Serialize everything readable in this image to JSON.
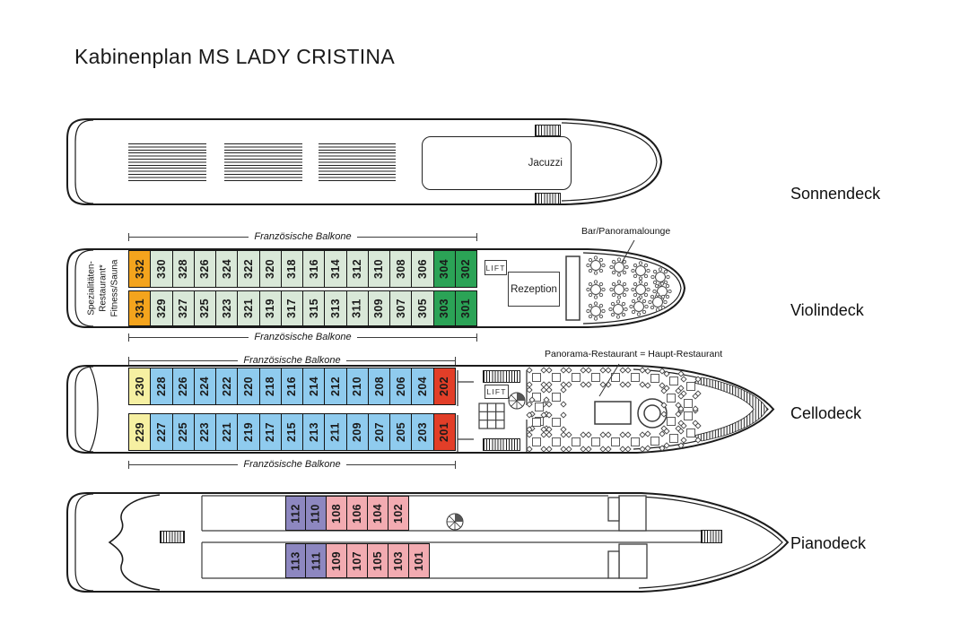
{
  "title": "Kabinenplan MS LADY CRISTINA",
  "deck_names": {
    "sonnendeck": "Sonnendeck",
    "violindeck": "Violindeck",
    "cellodeck": "Cellodeck",
    "pianodeck": "Pianodeck"
  },
  "labels": {
    "jacuzzi": "Jacuzzi",
    "french_balconies": "Französische Balkone",
    "specialties": [
      "Spezialitäten-",
      "Restaurant*",
      "Fitness/Sauna"
    ],
    "lift": "LIFT",
    "reception": "Rezeption",
    "bar_lounge": "Bar/Panoramalounge",
    "restaurant": "Panorama-Restaurant = Haupt-Restaurant"
  },
  "colors": {
    "orange": "#F4A41D",
    "light_green": "#D9E8D8",
    "dark_green": "#2BA356",
    "yellow": "#F6F0A2",
    "blue": "#8FCBEE",
    "red": "#E23E28",
    "purple": "#8D87C0",
    "pink": "#F2ABB1"
  },
  "cabins": {
    "violindeck_top": [
      {
        "num": "332",
        "color": "orange"
      },
      {
        "num": "330",
        "color": "light_green"
      },
      {
        "num": "328",
        "color": "light_green"
      },
      {
        "num": "326",
        "color": "light_green"
      },
      {
        "num": "324",
        "color": "light_green"
      },
      {
        "num": "322",
        "color": "light_green"
      },
      {
        "num": "320",
        "color": "light_green"
      },
      {
        "num": "318",
        "color": "light_green"
      },
      {
        "num": "316",
        "color": "light_green"
      },
      {
        "num": "314",
        "color": "light_green"
      },
      {
        "num": "312",
        "color": "light_green"
      },
      {
        "num": "310",
        "color": "light_green"
      },
      {
        "num": "308",
        "color": "light_green"
      },
      {
        "num": "306",
        "color": "light_green"
      },
      {
        "num": "304",
        "color": "dark_green"
      },
      {
        "num": "302",
        "color": "dark_green"
      }
    ],
    "violindeck_bottom": [
      {
        "num": "331",
        "color": "orange"
      },
      {
        "num": "329",
        "color": "light_green"
      },
      {
        "num": "327",
        "color": "light_green"
      },
      {
        "num": "325",
        "color": "light_green"
      },
      {
        "num": "323",
        "color": "light_green"
      },
      {
        "num": "321",
        "color": "light_green"
      },
      {
        "num": "319",
        "color": "light_green"
      },
      {
        "num": "317",
        "color": "light_green"
      },
      {
        "num": "315",
        "color": "light_green"
      },
      {
        "num": "313",
        "color": "light_green"
      },
      {
        "num": "311",
        "color": "light_green"
      },
      {
        "num": "309",
        "color": "light_green"
      },
      {
        "num": "307",
        "color": "light_green"
      },
      {
        "num": "305",
        "color": "light_green"
      },
      {
        "num": "303",
        "color": "dark_green"
      },
      {
        "num": "301",
        "color": "dark_green"
      }
    ],
    "cellodeck_top": [
      {
        "num": "230",
        "color": "yellow"
      },
      {
        "num": "228",
        "color": "blue"
      },
      {
        "num": "226",
        "color": "blue"
      },
      {
        "num": "224",
        "color": "blue"
      },
      {
        "num": "222",
        "color": "blue"
      },
      {
        "num": "220",
        "color": "blue"
      },
      {
        "num": "218",
        "color": "blue"
      },
      {
        "num": "216",
        "color": "blue"
      },
      {
        "num": "214",
        "color": "blue"
      },
      {
        "num": "212",
        "color": "blue"
      },
      {
        "num": "210",
        "color": "blue"
      },
      {
        "num": "208",
        "color": "blue"
      },
      {
        "num": "206",
        "color": "blue"
      },
      {
        "num": "204",
        "color": "blue"
      },
      {
        "num": "202",
        "color": "red"
      }
    ],
    "cellodeck_bottom": [
      {
        "num": "229",
        "color": "yellow"
      },
      {
        "num": "227",
        "color": "blue"
      },
      {
        "num": "225",
        "color": "blue"
      },
      {
        "num": "223",
        "color": "blue"
      },
      {
        "num": "221",
        "color": "blue"
      },
      {
        "num": "219",
        "color": "blue"
      },
      {
        "num": "217",
        "color": "blue"
      },
      {
        "num": "215",
        "color": "blue"
      },
      {
        "num": "213",
        "color": "blue"
      },
      {
        "num": "211",
        "color": "blue"
      },
      {
        "num": "209",
        "color": "blue"
      },
      {
        "num": "207",
        "color": "blue"
      },
      {
        "num": "205",
        "color": "blue"
      },
      {
        "num": "203",
        "color": "blue"
      },
      {
        "num": "201",
        "color": "red"
      }
    ],
    "pianodeck_top": [
      {
        "num": "112",
        "color": "purple"
      },
      {
        "num": "110",
        "color": "purple"
      },
      {
        "num": "108",
        "color": "pink"
      },
      {
        "num": "106",
        "color": "pink"
      },
      {
        "num": "104",
        "color": "pink"
      },
      {
        "num": "102",
        "color": "pink"
      }
    ],
    "pianodeck_bottom": [
      {
        "num": "113",
        "color": "purple"
      },
      {
        "num": "111",
        "color": "purple"
      },
      {
        "num": "109",
        "color": "pink"
      },
      {
        "num": "107",
        "color": "pink"
      },
      {
        "num": "105",
        "color": "pink"
      },
      {
        "num": "103",
        "color": "pink"
      },
      {
        "num": "101",
        "color": "pink"
      }
    ]
  }
}
